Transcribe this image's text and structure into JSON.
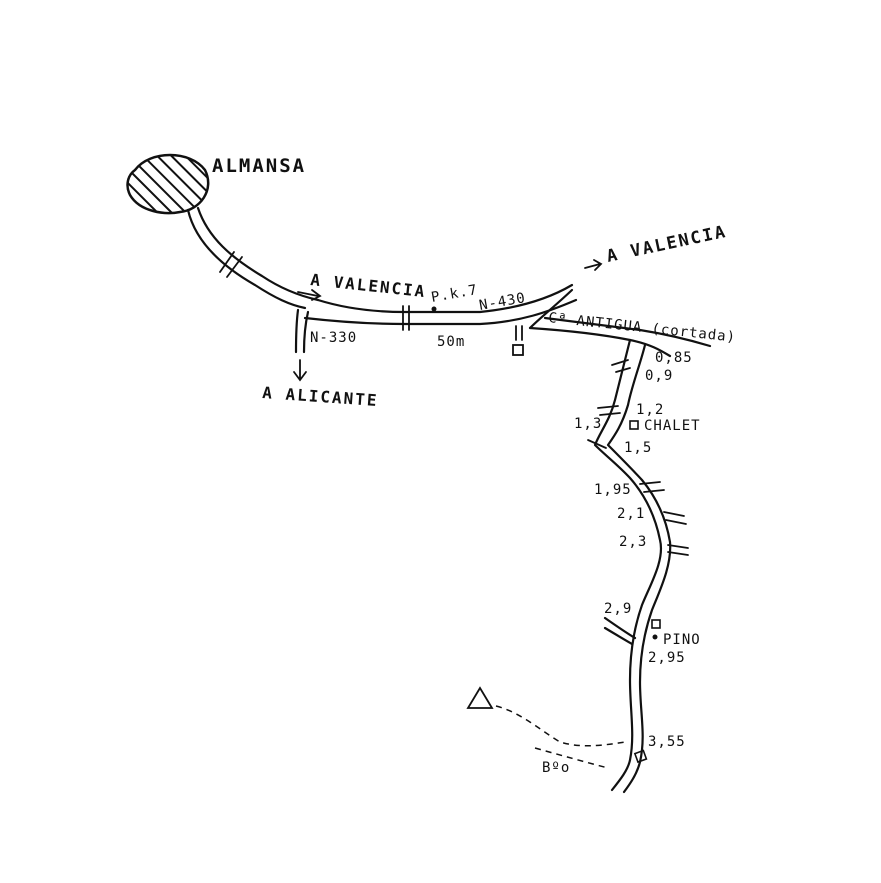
{
  "town": {
    "name": "ALMANSA"
  },
  "roads": {
    "n330_label": "N-330",
    "n430_label": "N-430",
    "to_valencia_1": "A VALENCIA",
    "to_valencia_2": "A VALENCIA",
    "to_alicante": "A ALICANTE",
    "old_road": "Cª ANTIGUA (cortada)",
    "pk": "P.k.7",
    "distance": "50m",
    "ravine": "Bºo"
  },
  "track_marks": {
    "km_085": "0,85",
    "km_09": "0,9",
    "km_12": "1,2",
    "chalet": "CHALET",
    "km_13": "1,3",
    "km_15": "1,5",
    "km_195": "1,95",
    "km_21": "2,1",
    "km_23": "2,3",
    "km_29": "2,9",
    "pino": "PINO",
    "km_295": "2,95",
    "km_355": "3,55"
  }
}
